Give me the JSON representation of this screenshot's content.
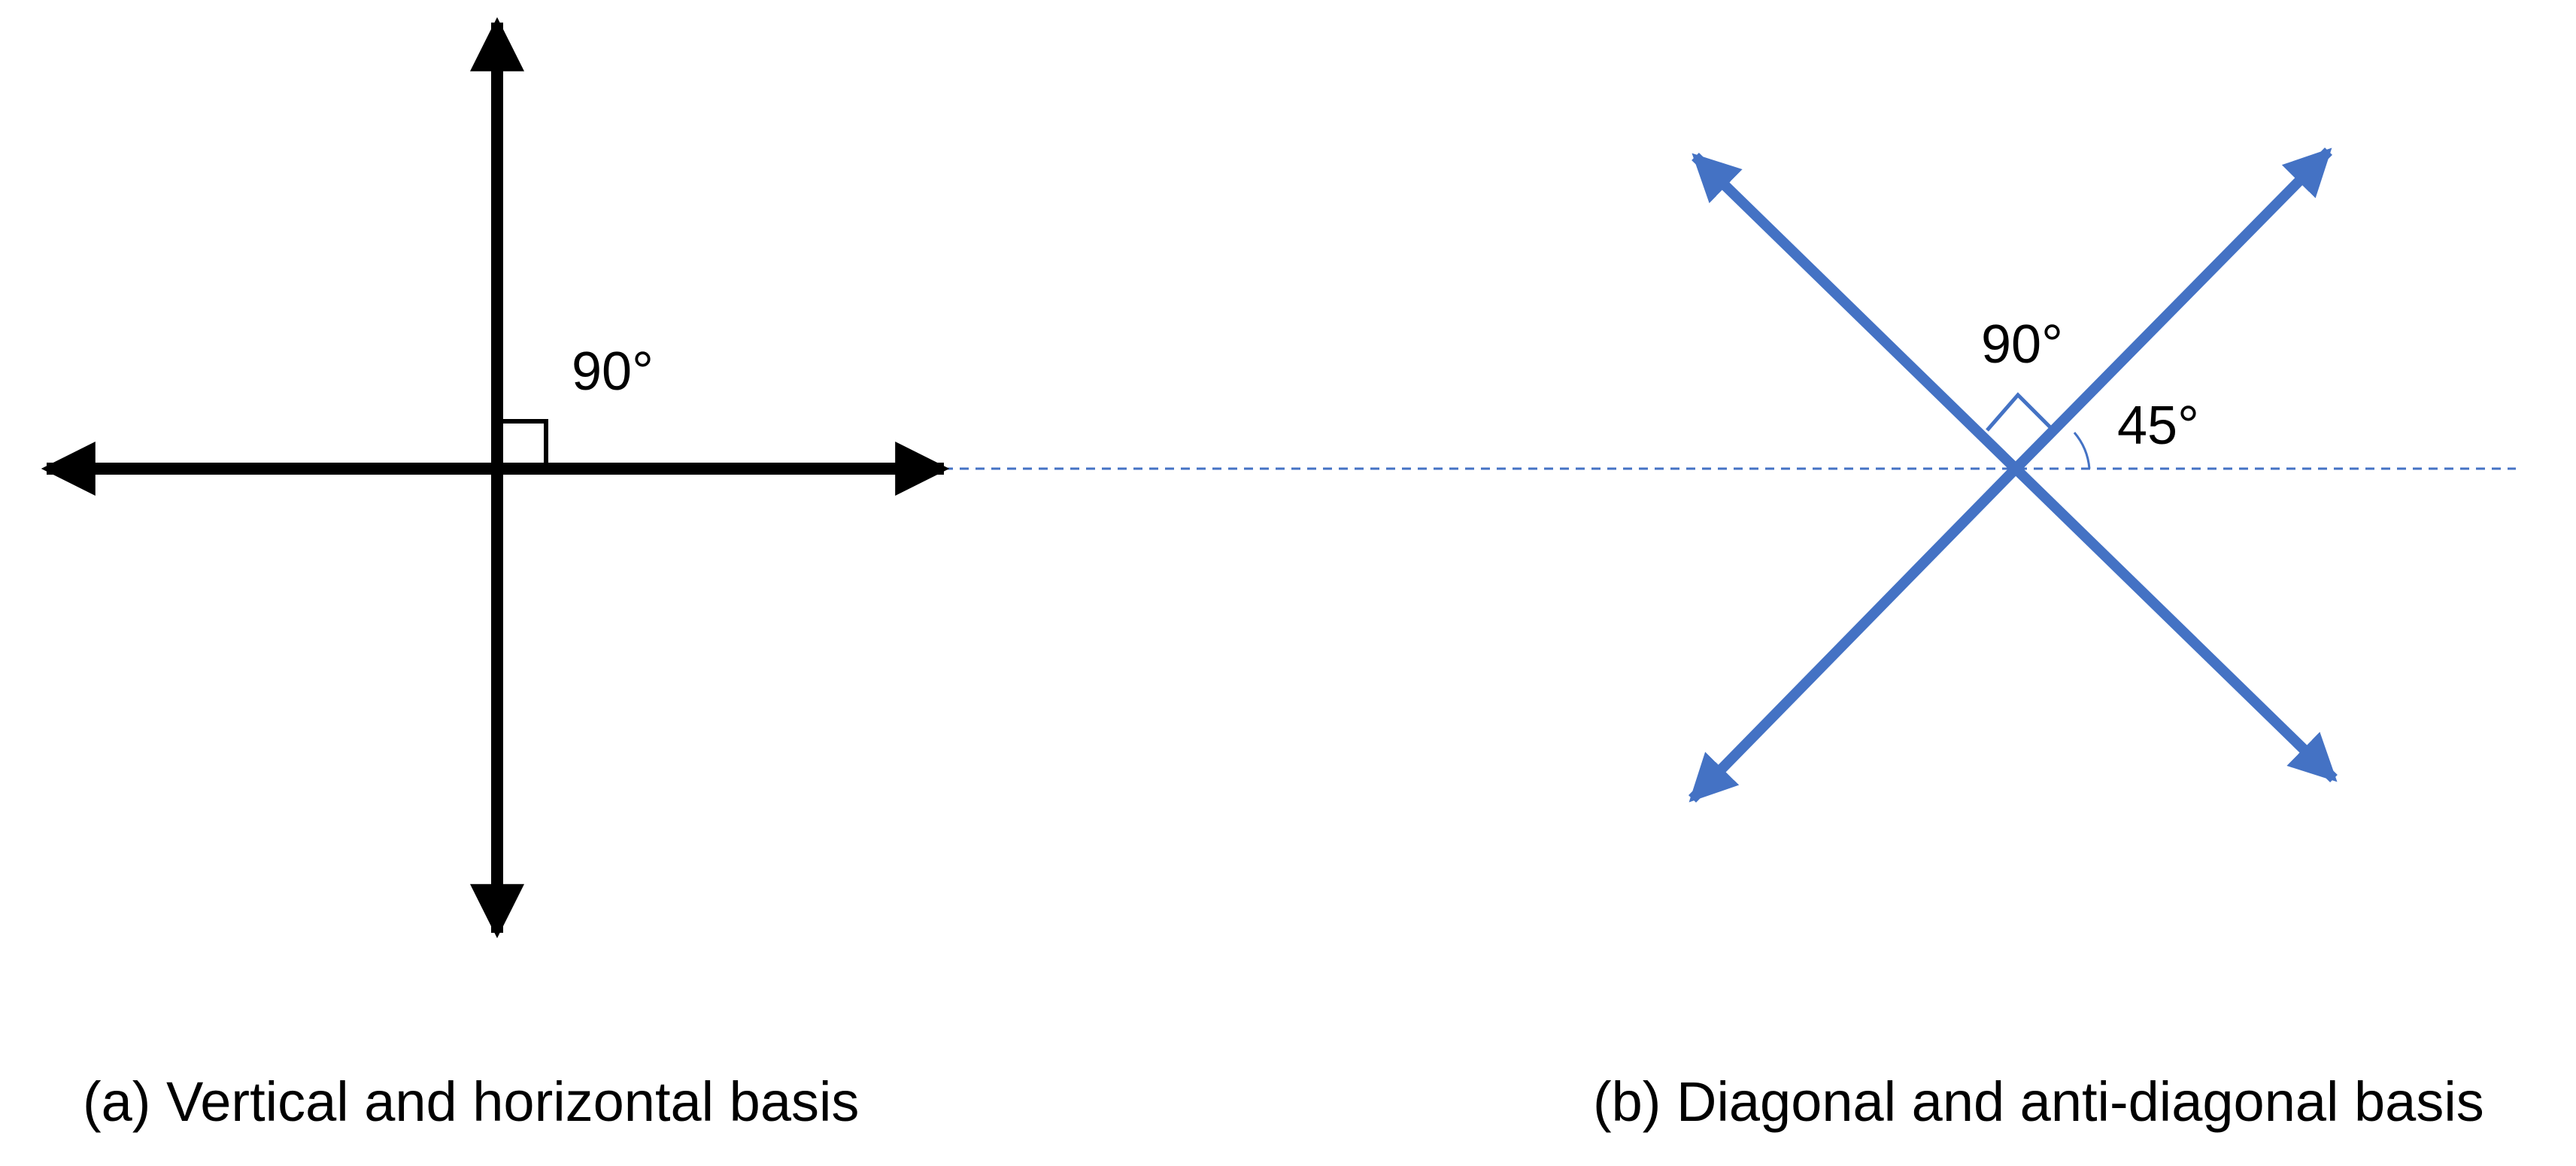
{
  "colors": {
    "basis_a": "#000000",
    "basis_b": "#4472c4",
    "reference_line": "#4472c4",
    "background": "#ffffff"
  },
  "panel_a": {
    "angle_label": "90°",
    "caption": "(a) Vertical and horizontal basis"
  },
  "panel_b": {
    "right_angle_label": "90°",
    "tilt_angle_label": "45°",
    "caption": "(b) Diagonal and anti-diagonal basis"
  }
}
